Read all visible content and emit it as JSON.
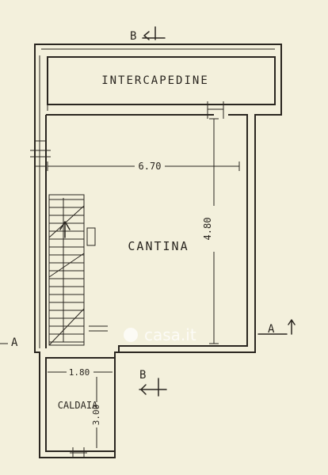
{
  "rooms": {
    "intercapedine": "INTERCAPEDINE",
    "cantina": "CANTINA",
    "caldaia": "CALDAIA"
  },
  "dimensions": {
    "cantina_width": "6.70",
    "cantina_depth": "4.80",
    "caldaia_width": "1.80",
    "caldaia_depth": "3.00"
  },
  "section_marks": {
    "top": "B",
    "bottom": "B",
    "left": "A",
    "right": "A"
  },
  "watermark": "casa.it",
  "colors": {
    "paper": "#f3f0dc",
    "ink": "#2a2620"
  }
}
